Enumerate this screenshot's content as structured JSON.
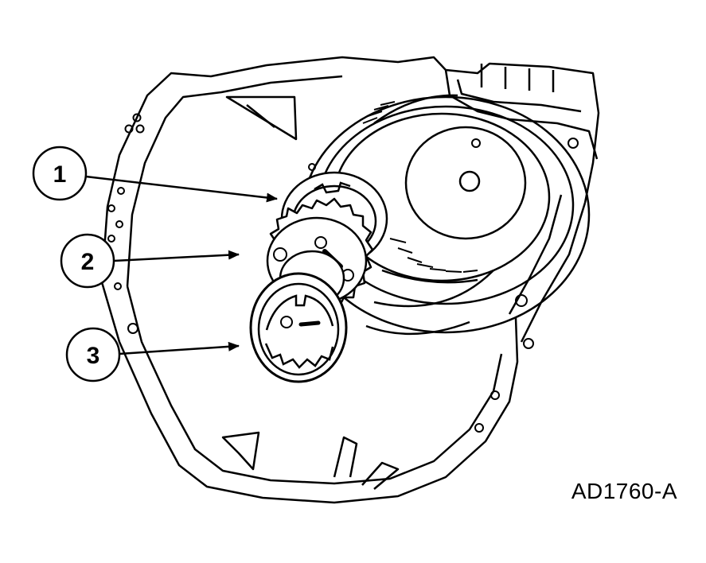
{
  "figure": {
    "id_label": "AD1760-A"
  },
  "callouts": [
    {
      "number": "1"
    },
    {
      "number": "2"
    },
    {
      "number": "3"
    }
  ],
  "colors": {
    "line": "#000000",
    "background": "#ffffff"
  }
}
